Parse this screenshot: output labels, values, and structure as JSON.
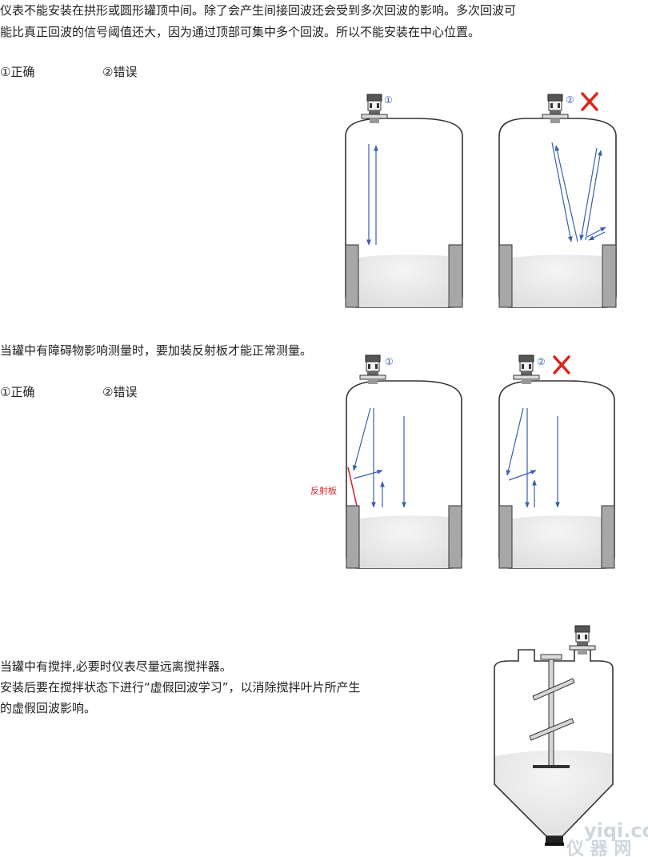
{
  "section1": {
    "paragraph_line1": "仪表不能安装在拱形或圆形罐顶中间。除了会产生间接回波还会受到多次回波的影响。多次回波可",
    "paragraph_line2": "能比真正回波的信号阈值还大，因为通过顶部可集中多个回波。所以不能安装在中心位置。",
    "option_correct": "①正确",
    "option_wrong": "②错误",
    "marker_correct": "①",
    "marker_wrong": "②"
  },
  "section2": {
    "paragraph": "当罐中有障碍物影响测量时，要加装反射板才能正常测量。",
    "option_correct": "①正确",
    "option_wrong": "②错误",
    "marker_correct": "①",
    "marker_wrong": "②",
    "reflector_label": "反射板"
  },
  "section3": {
    "line1": "当罐中有搅拌,必要时仪表尽量远离搅拌器。",
    "line2": "安装后要在搅拌状态下进行“虚假回波学习”，以消除搅拌叶片所产生",
    "line3": "的虚假回波影响。"
  },
  "watermark": {
    "domain": "yiqi.com",
    "chinese": "仪 器 网"
  },
  "colors": {
    "arrow": "#3b5fae",
    "cross": "#e0231c",
    "reflector": "#d9262b",
    "tank_outline": "#333333",
    "material": "#ececec"
  }
}
